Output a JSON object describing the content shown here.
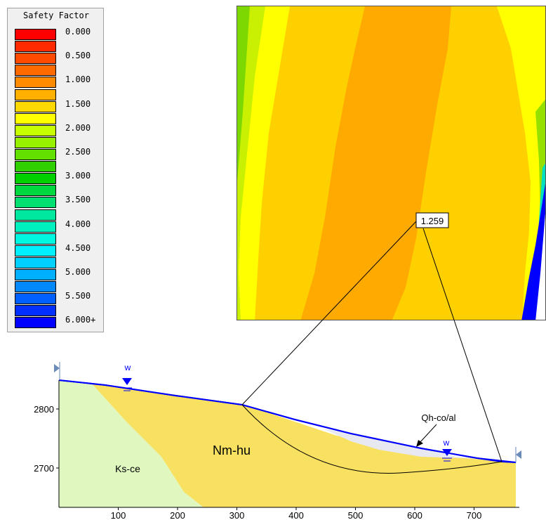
{
  "legend": {
    "title": "Safety Factor",
    "entries": [
      {
        "label": "0.000",
        "color": "#ff0000"
      },
      {
        "label": "",
        "color": "#ff2a00"
      },
      {
        "label": "0.500",
        "color": "#ff4a00"
      },
      {
        "label": "",
        "color": "#ff6a00"
      },
      {
        "label": "1.000",
        "color": "#ff8c00"
      },
      {
        "label": "",
        "color": "#ffb000"
      },
      {
        "label": "1.500",
        "color": "#ffd800"
      },
      {
        "label": "",
        "color": "#ffff00"
      },
      {
        "label": "2.000",
        "color": "#c8ff00"
      },
      {
        "label": "",
        "color": "#96f000"
      },
      {
        "label": "2.500",
        "color": "#64e000"
      },
      {
        "label": "",
        "color": "#30d000"
      },
      {
        "label": "3.000",
        "color": "#00d000"
      },
      {
        "label": "",
        "color": "#00d840"
      },
      {
        "label": "3.500",
        "color": "#00e070"
      },
      {
        "label": "",
        "color": "#00e8a0"
      },
      {
        "label": "4.000",
        "color": "#00f0c0"
      },
      {
        "label": "",
        "color": "#00f8e0"
      },
      {
        "label": "4.500",
        "color": "#00f0ff"
      },
      {
        "label": "",
        "color": "#00d0ff"
      },
      {
        "label": "5.000",
        "color": "#00b0ff"
      },
      {
        "label": "",
        "color": "#0088ff"
      },
      {
        "label": "5.500",
        "color": "#0060ff"
      },
      {
        "label": "",
        "color": "#0030ff"
      },
      {
        "label": "6.000+",
        "color": "#0000ff"
      }
    ]
  },
  "contour": {
    "fs_label": "1.259"
  },
  "section": {
    "y_ticks": [
      "2800",
      "2700"
    ],
    "x_ticks": [
      "100",
      "200",
      "300",
      "400",
      "500",
      "600",
      "700"
    ],
    "materials": {
      "ks_ce": {
        "name": "Ks-ce",
        "color": "#e0f8c0"
      },
      "nm_hu": {
        "name": "Nm-hu",
        "color": "#f8e060"
      },
      "qh_coal": {
        "name": "Qh-co/al",
        "color": "#e8e8f0"
      }
    },
    "water_markers": [
      "w",
      "w"
    ],
    "colors": {
      "water_table": "#0000ff",
      "boundary_marker": "#6a8ab8"
    }
  }
}
